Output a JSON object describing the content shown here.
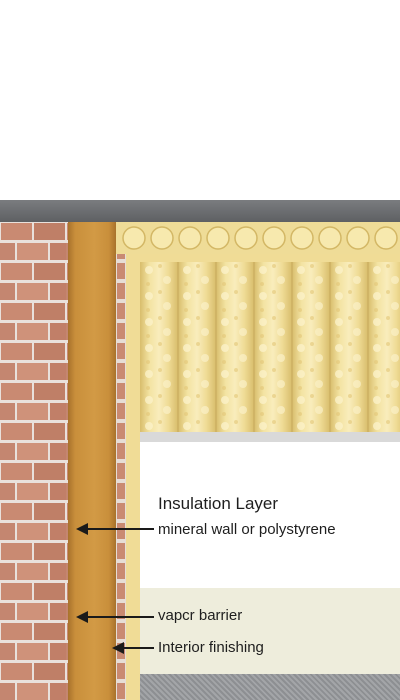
{
  "labels": {
    "heading": "Insulation Layer",
    "insulation_material": "mineral wall or polystyrene",
    "vapor_barrier": "vapcr barrier",
    "interior_finishing": "Interior finishing"
  },
  "colors": {
    "top_cap": "#6b6d70",
    "brick_face": "#c98a72",
    "brick_mortar": "#e9e1dc",
    "timber_stud": "#c98f3b",
    "timber_stud_edge": "#a8722c",
    "insulation_light": "#f6e7a8",
    "insulation_mid": "#ead38a",
    "insulation_dark": "#d8bd6c",
    "vapor_barrier": "#ecebd8",
    "interior_finish": "#9ea0a3",
    "arrow": "#1a1a1a"
  },
  "icons": {
    "arrow": "arrow-left-icon"
  }
}
